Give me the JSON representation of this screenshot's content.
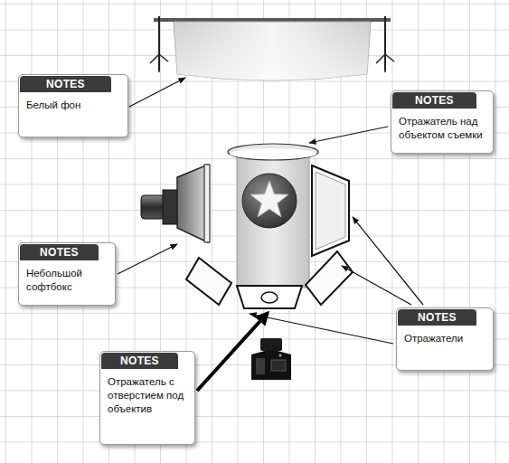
{
  "diagram": {
    "nodes": [
      {
        "text": [
          "NOTES",
          "Белый фон"
        ]
      },
      {
        "text": [
          "NOTES",
          "Отражатель над объектом съемки"
        ]
      },
      {
        "text": [
          "NOTES",
          "Небольшой софтбокс"
        ]
      },
      {
        "text": [
          "NOTES",
          "Отражатели"
        ]
      },
      {
        "text": [
          "NOTES",
          "Отражатель с отверстием под объектив"
        ]
      }
    ]
  }
}
